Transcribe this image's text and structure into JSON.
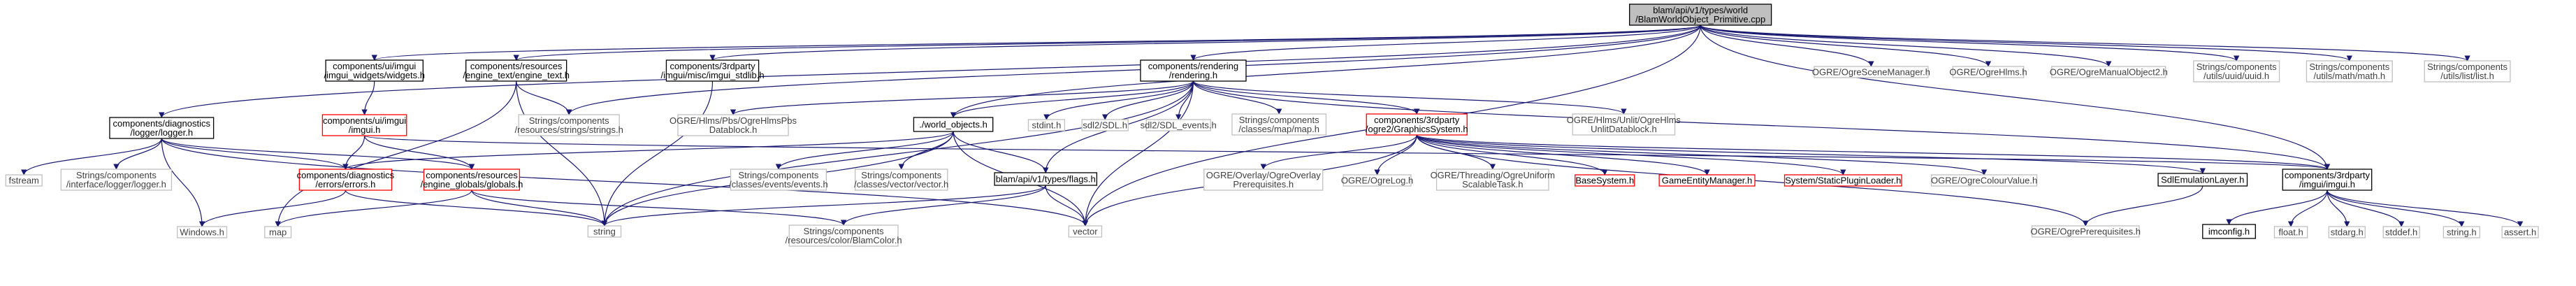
{
  "colors": {
    "edge": "#191970",
    "border_default": "#000000",
    "border_missing": "#c0c0c0",
    "border_red": "#ff0000",
    "fill_root": "#bfbfbf",
    "fill_default": "#ffffff",
    "text_default": "#000000",
    "text_missing": "#404040"
  },
  "nodes": [
    {
      "id": "root",
      "lines": [
        "blam/api/v1/types/world",
        "/BlamWorldObject_Primitive.cpp"
      ],
      "style": "root"
    },
    {
      "id": "logger",
      "lines": [
        "components/diagnostics",
        "/logger/logger.h"
      ],
      "style": "default"
    },
    {
      "id": "imgui_widgets",
      "lines": [
        "components/ui/imgui",
        "/imgui_widgets/widgets.h"
      ],
      "style": "default"
    },
    {
      "id": "engine_text",
      "lines": [
        "components/resources",
        "/engine_text/engine_text.h"
      ],
      "style": "default"
    },
    {
      "id": "stdlib",
      "lines": [
        "components/3rdparty",
        "/imgui/misc/imgui_stdlib.h"
      ],
      "style": "default"
    },
    {
      "id": "rendering",
      "lines": [
        "components/rendering",
        "/rendering.h"
      ],
      "style": "default"
    },
    {
      "id": "ogre_scene",
      "lines": [
        "OGRE/OgreSceneManager.h"
      ],
      "style": "missing"
    },
    {
      "id": "ogre_hlms",
      "lines": [
        "OGRE/OgreHlms.h"
      ],
      "style": "missing"
    },
    {
      "id": "ogre_manual",
      "lines": [
        "OGRE/OgreManualObject2.h"
      ],
      "style": "missing"
    },
    {
      "id": "uuid",
      "lines": [
        "Strings/components",
        "/utils/uuid/uuid.h"
      ],
      "style": "missing"
    },
    {
      "id": "math",
      "lines": [
        "Strings/components",
        "/utils/math/math.h"
      ],
      "style": "missing"
    },
    {
      "id": "list",
      "lines": [
        "Strings/components",
        "/utils/list/list.h"
      ],
      "style": "missing"
    },
    {
      "id": "ui_imgui",
      "lines": [
        "components/ui/imgui",
        "/imgui.h"
      ],
      "style": "red"
    },
    {
      "id": "strings",
      "lines": [
        "Strings/components",
        "/resources/strings/strings.h"
      ],
      "style": "missing"
    },
    {
      "id": "pbs",
      "lines": [
        "OGRE/Hlms/Pbs/OgreHlmsPbs",
        "Datablock.h"
      ],
      "style": "missing"
    },
    {
      "id": "world_objects",
      "lines": [
        "./world_objects.h"
      ],
      "style": "default"
    },
    {
      "id": "stdint",
      "lines": [
        "stdint.h"
      ],
      "style": "missing"
    },
    {
      "id": "sdl",
      "lines": [
        "sdl2/SDL.h"
      ],
      "style": "missing"
    },
    {
      "id": "sdl_events",
      "lines": [
        "sdl2/SDL_events.h"
      ],
      "style": "missing"
    },
    {
      "id": "map_h",
      "lines": [
        "Strings/components",
        "/classes/map/map.h"
      ],
      "style": "missing"
    },
    {
      "id": "graphics",
      "lines": [
        "components/3rdparty",
        "/ogre2/GraphicsSystem.h"
      ],
      "style": "red"
    },
    {
      "id": "unlit",
      "lines": [
        "OGRE/Hlms/Unlit/OgreHlms",
        "UnlitDatablock.h"
      ],
      "style": "missing"
    },
    {
      "id": "fstream",
      "lines": [
        "fstream"
      ],
      "style": "missing"
    },
    {
      "id": "if_logger",
      "lines": [
        "Strings/components",
        "/interface/logger/logger.h"
      ],
      "style": "missing"
    },
    {
      "id": "errors",
      "lines": [
        "components/diagnostics",
        "/errors/errors.h"
      ],
      "style": "red"
    },
    {
      "id": "globals",
      "lines": [
        "components/resources",
        "/engine_globals/globals.h"
      ],
      "style": "red"
    },
    {
      "id": "events",
      "lines": [
        "Strings/components",
        "/classes/events/events.h"
      ],
      "style": "missing"
    },
    {
      "id": "vector_h",
      "lines": [
        "Strings/components",
        "/classes/vector/vector.h"
      ],
      "style": "missing"
    },
    {
      "id": "flags",
      "lines": [
        "blam/api/v1/types/flags.h"
      ],
      "style": "default"
    },
    {
      "id": "overlay",
      "lines": [
        "OGRE/Overlay/OgreOverlay",
        "Prerequisites.h"
      ],
      "style": "missing"
    },
    {
      "id": "ogrelog",
      "lines": [
        "OGRE/OgreLog.h"
      ],
      "style": "missing"
    },
    {
      "id": "threading",
      "lines": [
        "OGRE/Threading/OgreUniform",
        "ScalableTask.h"
      ],
      "style": "missing"
    },
    {
      "id": "basesystem",
      "lines": [
        "BaseSystem.h"
      ],
      "style": "red"
    },
    {
      "id": "gameentity",
      "lines": [
        "GameEntityManager.h"
      ],
      "style": "red"
    },
    {
      "id": "staticplugin",
      "lines": [
        "System/StaticPluginLoader.h"
      ],
      "style": "red"
    },
    {
      "id": "colour",
      "lines": [
        "OGRE/OgreColourValue.h"
      ],
      "style": "missing"
    },
    {
      "id": "sdlemu",
      "lines": [
        "SdlEmulationLayer.h"
      ],
      "style": "default"
    },
    {
      "id": "imgui3p",
      "lines": [
        "components/3rdparty",
        "/imgui/imgui.h"
      ],
      "style": "default"
    },
    {
      "id": "windows",
      "lines": [
        "Windows.h"
      ],
      "style": "missing"
    },
    {
      "id": "map",
      "lines": [
        "map"
      ],
      "style": "missing"
    },
    {
      "id": "string",
      "lines": [
        "string"
      ],
      "style": "missing"
    },
    {
      "id": "blamcolor",
      "lines": [
        "Strings/components",
        "/resources/color/BlamColor.h"
      ],
      "style": "missing"
    },
    {
      "id": "vector",
      "lines": [
        "vector"
      ],
      "style": "missing"
    },
    {
      "id": "prereq",
      "lines": [
        "OGRE/OgrePrerequisites.h"
      ],
      "style": "missing"
    },
    {
      "id": "imconfig",
      "lines": [
        "imconfig.h"
      ],
      "style": "default"
    },
    {
      "id": "float",
      "lines": [
        "float.h"
      ],
      "style": "missing"
    },
    {
      "id": "stdarg",
      "lines": [
        "stdarg.h"
      ],
      "style": "missing"
    },
    {
      "id": "stddef",
      "lines": [
        "stddef.h"
      ],
      "style": "missing"
    },
    {
      "id": "string_h",
      "lines": [
        "string.h"
      ],
      "style": "missing"
    },
    {
      "id": "assert",
      "lines": [
        "assert.h"
      ],
      "style": "missing"
    }
  ],
  "edges": [
    [
      "root",
      "logger"
    ],
    [
      "root",
      "imgui_widgets"
    ],
    [
      "root",
      "engine_text"
    ],
    [
      "root",
      "stdlib"
    ],
    [
      "root",
      "rendering"
    ],
    [
      "root",
      "ogre_scene"
    ],
    [
      "root",
      "ogre_hlms"
    ],
    [
      "root",
      "ogre_manual"
    ],
    [
      "root",
      "uuid"
    ],
    [
      "root",
      "math"
    ],
    [
      "root",
      "list"
    ],
    [
      "root",
      "strings"
    ],
    [
      "root",
      "world_objects"
    ],
    [
      "root",
      "imgui3p"
    ],
    [
      "root",
      "vector"
    ],
    [
      "logger",
      "fstream"
    ],
    [
      "logger",
      "if_logger"
    ],
    [
      "logger",
      "errors"
    ],
    [
      "logger",
      "globals"
    ],
    [
      "logger",
      "windows"
    ],
    [
      "logger",
      "vector"
    ],
    [
      "imgui_widgets",
      "ui_imgui"
    ],
    [
      "engine_text",
      "strings"
    ],
    [
      "engine_text",
      "map"
    ],
    [
      "engine_text",
      "string"
    ],
    [
      "stdlib",
      "string"
    ],
    [
      "rendering",
      "pbs"
    ],
    [
      "rendering",
      "world_objects"
    ],
    [
      "rendering",
      "stdint"
    ],
    [
      "rendering",
      "sdl"
    ],
    [
      "rendering",
      "sdl_events"
    ],
    [
      "rendering",
      "map_h"
    ],
    [
      "rendering",
      "graphics"
    ],
    [
      "rendering",
      "unlit"
    ],
    [
      "rendering",
      "flags"
    ],
    [
      "rendering",
      "string"
    ],
    [
      "rendering",
      "vector"
    ],
    [
      "rendering",
      "imgui3p"
    ],
    [
      "ui_imgui",
      "errors"
    ],
    [
      "ui_imgui",
      "globals"
    ],
    [
      "ui_imgui",
      "imgui3p"
    ],
    [
      "world_objects",
      "events"
    ],
    [
      "world_objects",
      "vector_h"
    ],
    [
      "world_objects",
      "flags"
    ],
    [
      "world_objects",
      "errors"
    ],
    [
      "world_objects",
      "string"
    ],
    [
      "world_objects",
      "vector"
    ],
    [
      "graphics",
      "overlay"
    ],
    [
      "graphics",
      "ogrelog"
    ],
    [
      "graphics",
      "threading"
    ],
    [
      "graphics",
      "basesystem"
    ],
    [
      "graphics",
      "gameentity"
    ],
    [
      "graphics",
      "staticplugin"
    ],
    [
      "graphics",
      "colour"
    ],
    [
      "graphics",
      "sdlemu"
    ],
    [
      "graphics",
      "imgui3p"
    ],
    [
      "graphics",
      "prereq"
    ],
    [
      "graphics",
      "vector"
    ],
    [
      "errors",
      "windows"
    ],
    [
      "errors",
      "string"
    ],
    [
      "globals",
      "map"
    ],
    [
      "globals",
      "string"
    ],
    [
      "globals",
      "blamcolor"
    ],
    [
      "flags",
      "string"
    ],
    [
      "flags",
      "vector"
    ],
    [
      "flags",
      "blamcolor"
    ],
    [
      "sdlemu",
      "prereq"
    ],
    [
      "imgui3p",
      "imconfig"
    ],
    [
      "imgui3p",
      "float"
    ],
    [
      "imgui3p",
      "stdarg"
    ],
    [
      "imgui3p",
      "stddef"
    ],
    [
      "imgui3p",
      "string_h"
    ],
    [
      "imgui3p",
      "assert"
    ]
  ]
}
